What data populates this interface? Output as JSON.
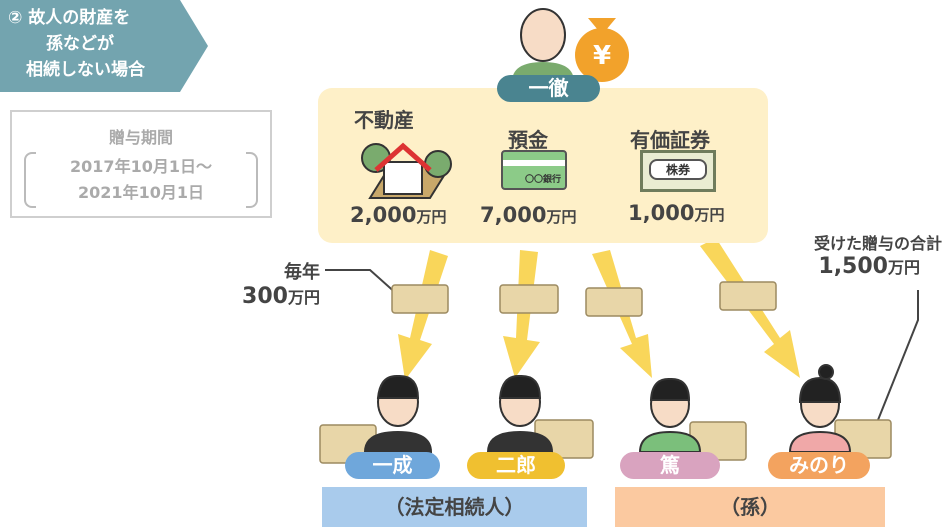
{
  "banner": {
    "line1": "② 故人の財産を",
    "line2": "孫などが",
    "line3": "相続しない場合"
  },
  "gift_period": {
    "title": "贈与期間",
    "from": "2017年10月1日〜",
    "to": "2021年10月1日"
  },
  "decedent": {
    "name": "一徹",
    "badge_color": "#4a8490"
  },
  "assets": [
    {
      "label": "不動産",
      "amount": "2,000",
      "unit": "万円"
    },
    {
      "label": "預金",
      "amount": "7,000",
      "unit": "万円",
      "bank_text": "〇〇銀行"
    },
    {
      "label": "有価証券",
      "amount": "1,000",
      "unit": "万円",
      "stock_text": "株券"
    }
  ],
  "annual_note": {
    "line1": "毎年",
    "amount": "300",
    "unit": "万円"
  },
  "total_note": {
    "line1": "受けた贈与の合計",
    "amount": "1,500",
    "unit": "万円"
  },
  "people": [
    {
      "name": "一成",
      "color": "#6fa7db"
    },
    {
      "name": "二郎",
      "color": "#f0c030"
    },
    {
      "name": "篤",
      "color": "#d9a3bf"
    },
    {
      "name": "みのり",
      "color": "#f3a35f"
    }
  ],
  "groups": [
    {
      "label": "（法定相続人）",
      "color": "#a9cbec"
    },
    {
      "label": "（孫）",
      "color": "#fbc9a0"
    }
  ]
}
